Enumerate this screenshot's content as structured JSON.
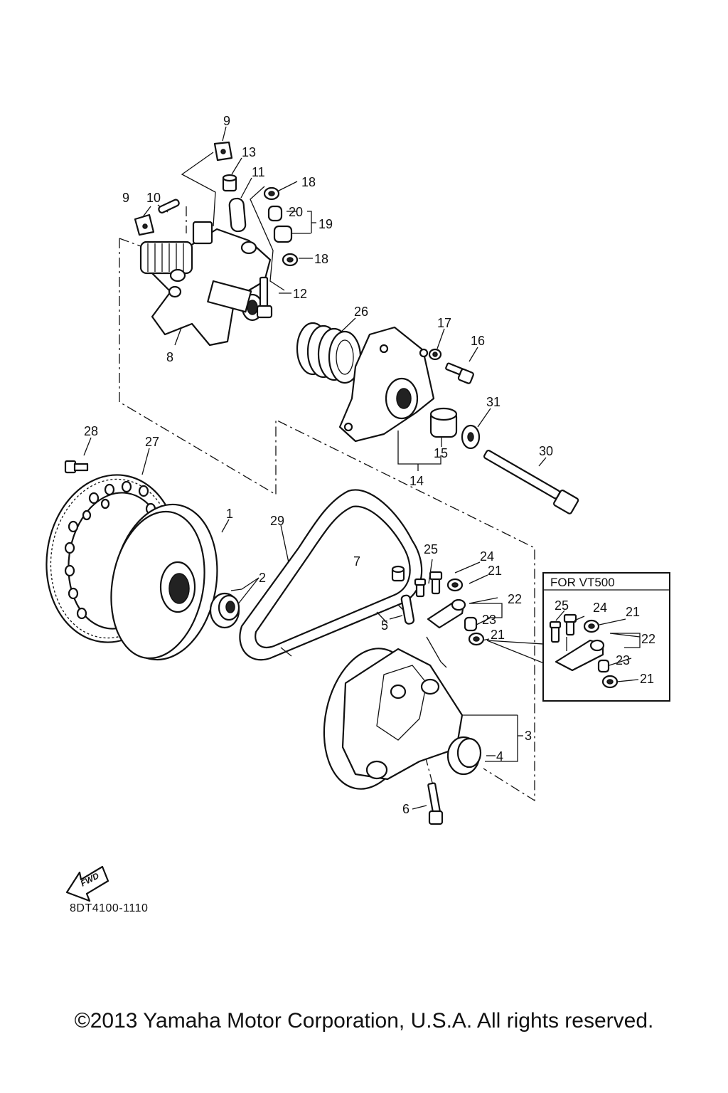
{
  "labels": {
    "l1": "1",
    "l2": "2",
    "l3": "3",
    "l4": "4",
    "l5": "5",
    "l6": "6",
    "l7": "7",
    "l8": "8",
    "l9a": "9",
    "l9b": "9",
    "l10": "10",
    "l11": "11",
    "l12": "12",
    "l13": "13",
    "l14": "14",
    "l15": "15",
    "l16": "16",
    "l17": "17",
    "l18a": "18",
    "l18b": "18",
    "l19": "19",
    "l20": "20",
    "l21a": "21",
    "l21b": "21",
    "l22": "22",
    "l23": "23",
    "l24": "24",
    "l25": "25",
    "l26": "26",
    "l27": "27",
    "l28": "28",
    "l29": "29",
    "l30": "30",
    "l31": "31"
  },
  "vt500_box": {
    "title": "FOR VT500",
    "l21a": "21",
    "l21b": "21",
    "l22": "22",
    "l23": "23",
    "l24": "24",
    "l25": "25"
  },
  "fwd_arrow": "FWD",
  "diagram_code": "8DT4100-1110",
  "copyright": "©2013 Yamaha Motor Corporation, U.S.A. All rights reserved."
}
